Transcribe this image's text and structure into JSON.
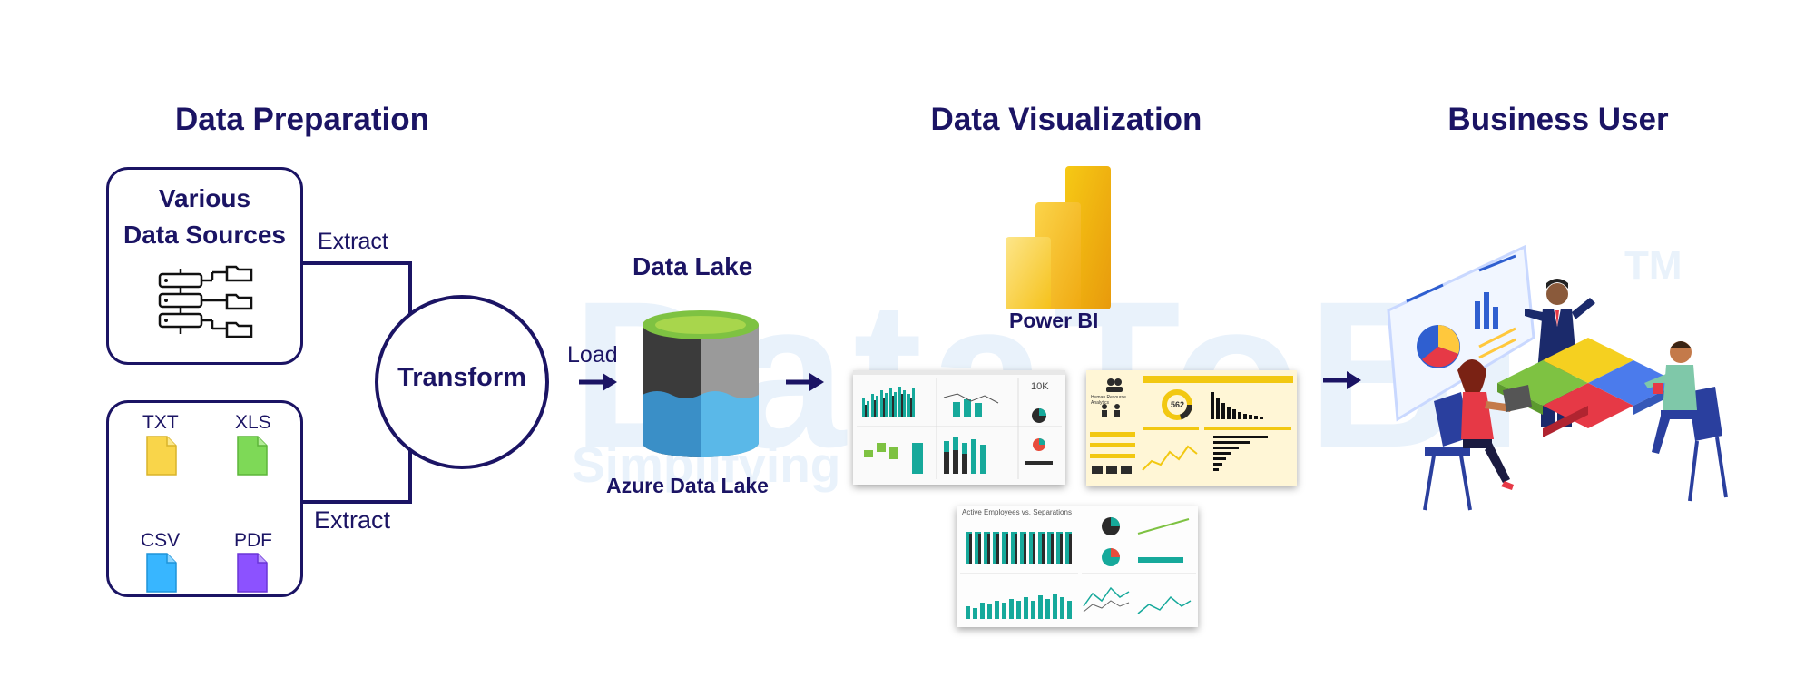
{
  "sections": {
    "data_preparation": "Data Preparation",
    "data_visualization": "Data Visualization",
    "business_user": "Business User"
  },
  "sources": {
    "title_line1": "Various",
    "title_line2": "Data Sources",
    "files": [
      {
        "label": "TXT",
        "color": "#f9d54a"
      },
      {
        "label": "XLS",
        "color": "#7ed957"
      },
      {
        "label": "CSV",
        "color": "#38b6ff"
      },
      {
        "label": "PDF",
        "color": "#8c52ff"
      }
    ]
  },
  "edges": {
    "extract_top": "Extract",
    "extract_bottom": "Extract",
    "load": "Load"
  },
  "transform": "Transform",
  "data_lake": {
    "title": "Data Lake",
    "caption": "Azure Data Lake"
  },
  "power_bi": "Power BI",
  "dashboards": {
    "hr_title": "Human Resource Analytics",
    "hr_kpi": "562",
    "kpi_10k": "10K",
    "separations_title": "Active Employees vs. Separations"
  },
  "watermark": {
    "brand": "DataToBI",
    "tagline": "Simplifying",
    "tm": "TM"
  },
  "colors": {
    "navy": "#1b1464",
    "teal": "#16a99b",
    "gold": "#f2c811",
    "lake_blue": "#4aa8d8"
  }
}
